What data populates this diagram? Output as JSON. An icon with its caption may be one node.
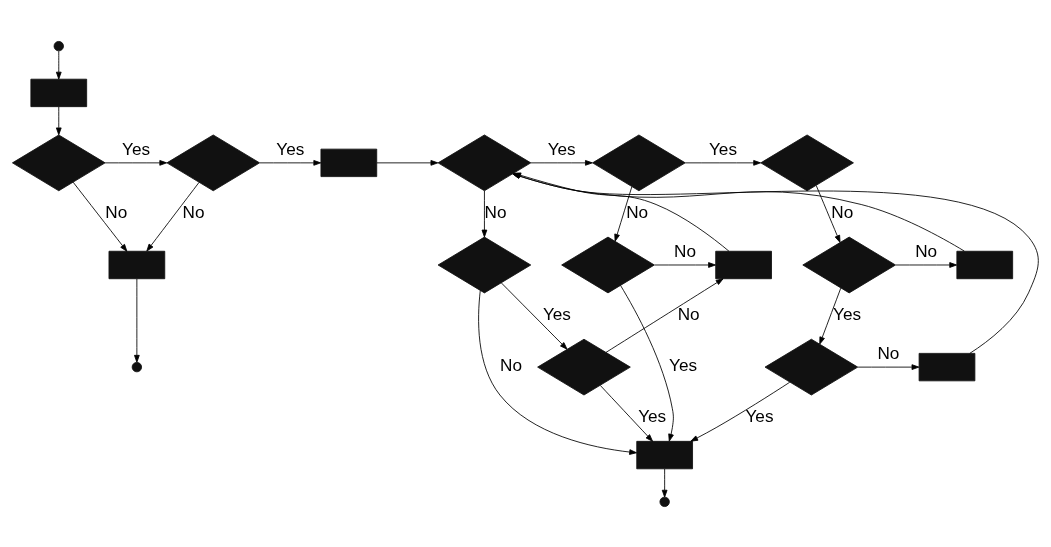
{
  "diagram": {
    "nodes": [
      {
        "text": [],
        "shape": "circle"
      },
      {
        "text": [],
        "shape": "box"
      },
      {
        "text": [],
        "shape": "diamond"
      },
      {
        "text": [],
        "shape": "diamond"
      },
      {
        "text": [],
        "shape": "box"
      },
      {
        "text": [],
        "shape": "diamond"
      },
      {
        "text": [],
        "shape": "diamond"
      },
      {
        "text": [],
        "shape": "diamond"
      },
      {
        "text": [],
        "shape": "box"
      },
      {
        "text": [],
        "shape": "circle"
      },
      {
        "text": [],
        "shape": "diamond"
      },
      {
        "text": [],
        "shape": "box"
      },
      {
        "text": [],
        "shape": "diamond"
      },
      {
        "text": [],
        "shape": "diamond"
      },
      {
        "text": [],
        "shape": "box"
      },
      {
        "text": [],
        "shape": "diamond"
      },
      {
        "text": [],
        "shape": "diamond"
      },
      {
        "text": [],
        "shape": "box"
      },
      {
        "text": [],
        "shape": "box"
      },
      {
        "text": [],
        "shape": "circle"
      }
    ],
    "edges": [
      {
        "from": 0,
        "to": 1,
        "arrow": "to"
      },
      {
        "from": 1,
        "to": 2,
        "arrow": "to"
      },
      {
        "from": 2,
        "to": 3,
        "arrow": "to",
        "label": "Yes"
      },
      {
        "from": 2,
        "to": 8,
        "arrow": "to",
        "label": "No"
      },
      {
        "from": 3,
        "to": 4,
        "arrow": "to",
        "label": "Yes"
      },
      {
        "from": 3,
        "to": 8,
        "arrow": "to",
        "label": "No"
      },
      {
        "from": 8,
        "to": 9,
        "arrow": "to"
      },
      {
        "from": 4,
        "to": 5,
        "arrow": "to"
      },
      {
        "from": 5,
        "to": 6,
        "arrow": "to",
        "label": "Yes"
      },
      {
        "from": 5,
        "to": 10,
        "arrow": "to",
        "label": "No"
      },
      {
        "from": 6,
        "to": 7,
        "arrow": "to",
        "label": "Yes"
      },
      {
        "from": 6,
        "to": 12,
        "arrow": "to",
        "label": "No"
      },
      {
        "from": 7,
        "to": 13,
        "arrow": "to",
        "label": "No"
      },
      {
        "from": 10,
        "to": 15,
        "arrow": "to",
        "label": "Yes"
      },
      {
        "from": 10,
        "to": 18,
        "arrow": "to",
        "label": "No"
      },
      {
        "from": 12,
        "to": 11,
        "arrow": "to",
        "label": "No"
      },
      {
        "from": 12,
        "to": 18,
        "arrow": "to",
        "label": "Yes"
      },
      {
        "from": 13,
        "to": 14,
        "arrow": "to",
        "label": "No"
      },
      {
        "from": 13,
        "to": 16,
        "arrow": "to",
        "label": "Yes"
      },
      {
        "from": 15,
        "to": 11,
        "arrow": "to",
        "label": "No"
      },
      {
        "from": 15,
        "to": 18,
        "arrow": "to",
        "label": "Yes"
      },
      {
        "from": 16,
        "to": 17,
        "arrow": "to",
        "label": "No"
      },
      {
        "from": 16,
        "to": 18,
        "arrow": "to",
        "label": "Yes"
      },
      {
        "from": 11,
        "to": 5,
        "arrow": "to"
      },
      {
        "from": 14,
        "to": 5,
        "arrow": "to"
      },
      {
        "from": 17,
        "to": 5,
        "arrow": "to"
      },
      {
        "from": 18,
        "to": 19,
        "arrow": "to"
      }
    ]
  }
}
